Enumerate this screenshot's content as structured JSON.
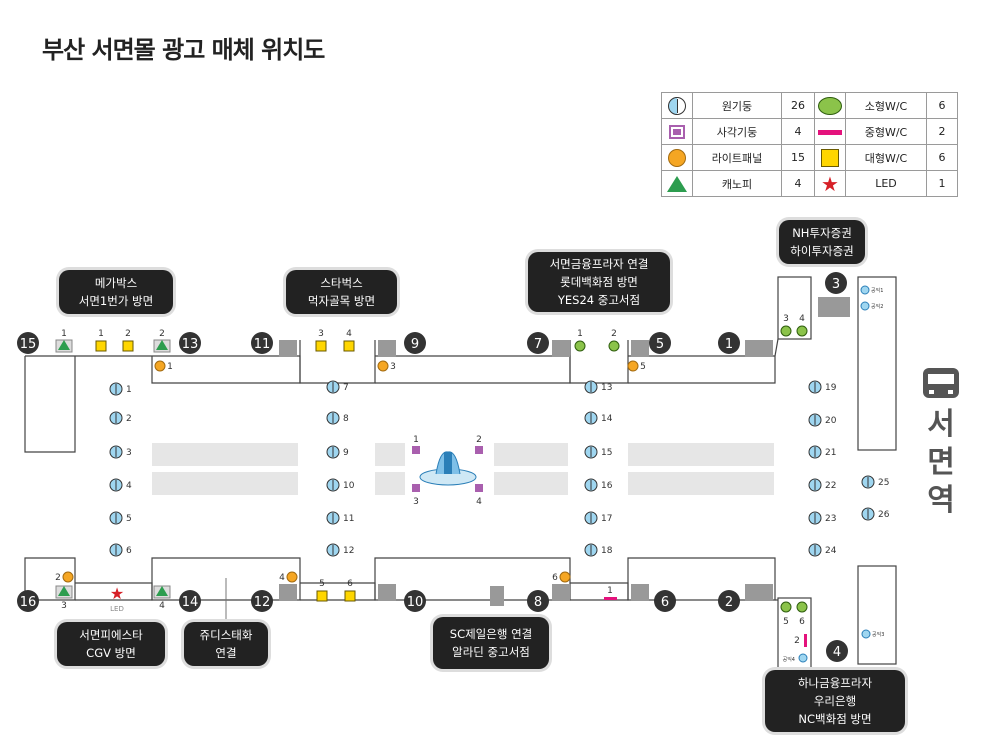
{
  "title": "부산 서면몰 광고 매체 위치도",
  "legend": [
    {
      "icon": "round-pillar-icon",
      "label": "원기둥",
      "count": "26",
      "icon2": "small-wc-icon",
      "label2": "소형W/C",
      "count2": "6"
    },
    {
      "icon": "square-pillar-icon",
      "label": "사각기둥",
      "count": "4",
      "icon2": "medium-wc-icon",
      "label2": "중형W/C",
      "count2": "2"
    },
    {
      "icon": "light-panel-icon",
      "label": "라이트패널",
      "count": "15",
      "icon2": "large-wc-icon",
      "label2": "대형W/C",
      "count2": "6"
    },
    {
      "icon": "canopy-icon",
      "label": "캐노피",
      "count": "4",
      "icon2": "led-icon",
      "label2": "LED",
      "count2": "1"
    }
  ],
  "colors": {
    "round_pillar": "#9fd6f0",
    "square_pillar": "#a95fae",
    "light_panel": "#f5a623",
    "canopy": "#2d9d4f",
    "small_wc": "#8bc34a",
    "medium_wc": "#e4127c",
    "large_wc": "#ffd600",
    "led": "#d62027",
    "gray_block": "#e6e6e6",
    "exit_badge": "#333333",
    "callout_bg": "#222222"
  },
  "callouts": {
    "megabox": [
      "메가박스",
      "서면1번가 방면"
    ],
    "starbucks": [
      "스타벅스",
      "먹자골목 방면"
    ],
    "lotte": [
      "서면금융프라자 연결",
      "롯데백화점 방면",
      "YES24 중고서점"
    ],
    "nh": [
      "NH투자증권",
      "하이투자증권"
    ],
    "piesta": [
      "서면피에스타",
      "CGV 방면"
    ],
    "judis": [
      "쥬디스태화",
      "연결"
    ],
    "sc": [
      "SC제일은행 연결",
      "알라딘 중고서점"
    ],
    "hana": [
      "하나금융프라자",
      "우리은행",
      "NC백화점 방면"
    ]
  },
  "station": {
    "name_chars": [
      "서",
      "면",
      "역"
    ]
  },
  "exits_top": [
    "15",
    "13",
    "11",
    "9",
    "7",
    "5",
    "1",
    "3"
  ],
  "exits_bottom": [
    "16",
    "14",
    "12",
    "10",
    "8",
    "6",
    "2",
    "4"
  ],
  "map_labels": {
    "canopy_1": "1",
    "canopy_2": "2",
    "canopy_3": "3",
    "canopy_4": "4",
    "large_1": "1",
    "large_2": "2",
    "large_3": "3",
    "large_4": "4",
    "large_5": "5",
    "large_6": "6",
    "small_1": "1",
    "small_2": "2",
    "small_3": "3",
    "small_4": "4",
    "small_5": "5",
    "small_6": "6",
    "medium_1": "1",
    "medium_2": "2",
    "light_1": "1",
    "light_2": "2",
    "light_3": "3",
    "light_4": "4",
    "light_5": "5",
    "light_6": "6",
    "square_1": "1",
    "square_2": "2",
    "square_3": "3",
    "square_4": "4",
    "led": "LED",
    "gongik_1": "공익1",
    "gongik_2": "공익2",
    "gongik_3": "공익3",
    "gongik_4": "공익4"
  },
  "pillars": [
    "1",
    "2",
    "3",
    "4",
    "5",
    "6",
    "7",
    "8",
    "9",
    "10",
    "11",
    "12",
    "13",
    "14",
    "15",
    "16",
    "17",
    "18",
    "19",
    "20",
    "21",
    "22",
    "23",
    "24",
    "25",
    "26"
  ]
}
